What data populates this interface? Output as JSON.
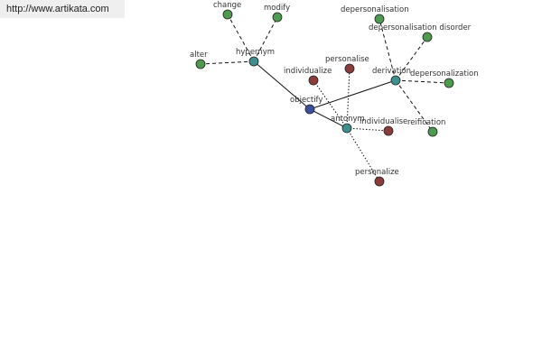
{
  "banner": {
    "url_text": "http://www.artikata.com"
  },
  "colors": {
    "green": "#4e9a4e",
    "teal": "#3f8f8f",
    "red": "#8c3b3b",
    "blue": "#3b4f9c"
  },
  "graph": {
    "nodes": [
      {
        "id": "objectify",
        "label": "objectify",
        "color": "blue"
      },
      {
        "id": "hypernym",
        "label": "hypernym",
        "color": "teal"
      },
      {
        "id": "derivation",
        "label": "derivation",
        "color": "teal"
      },
      {
        "id": "antonym",
        "label": "antonym",
        "color": "teal"
      },
      {
        "id": "change",
        "label": "change",
        "color": "green"
      },
      {
        "id": "modify",
        "label": "modify",
        "color": "green"
      },
      {
        "id": "alter",
        "label": "alter",
        "color": "green"
      },
      {
        "id": "depersonalisation",
        "label": "depersonalisation",
        "color": "green"
      },
      {
        "id": "depersonalisation-disorder",
        "label": "depersonalisation disorder",
        "color": "green"
      },
      {
        "id": "depersonalization",
        "label": "depersonalization",
        "color": "green"
      },
      {
        "id": "reification",
        "label": "reification",
        "color": "green"
      },
      {
        "id": "individualize",
        "label": "individualize",
        "color": "red"
      },
      {
        "id": "personalise",
        "label": "personalise",
        "color": "red"
      },
      {
        "id": "individualise",
        "label": "individualise",
        "color": "red"
      },
      {
        "id": "personalize",
        "label": "personalize",
        "color": "red"
      }
    ],
    "edges": [
      {
        "from": "objectify",
        "to": "hypernym",
        "style": "solid"
      },
      {
        "from": "objectify",
        "to": "derivation",
        "style": "solid"
      },
      {
        "from": "objectify",
        "to": "antonym",
        "style": "solid"
      },
      {
        "from": "hypernym",
        "to": "change",
        "style": "dash"
      },
      {
        "from": "hypernym",
        "to": "modify",
        "style": "dash"
      },
      {
        "from": "hypernym",
        "to": "alter",
        "style": "dash"
      },
      {
        "from": "derivation",
        "to": "depersonalisation",
        "style": "dash"
      },
      {
        "from": "derivation",
        "to": "depersonalisation-disorder",
        "style": "dash"
      },
      {
        "from": "derivation",
        "to": "depersonalization",
        "style": "dash"
      },
      {
        "from": "derivation",
        "to": "reification",
        "style": "dash"
      },
      {
        "from": "antonym",
        "to": "individualize",
        "style": "dot"
      },
      {
        "from": "antonym",
        "to": "personalise",
        "style": "dot"
      },
      {
        "from": "antonym",
        "to": "individualise",
        "style": "dot"
      },
      {
        "from": "antonym",
        "to": "personalize",
        "style": "dot"
      }
    ]
  }
}
